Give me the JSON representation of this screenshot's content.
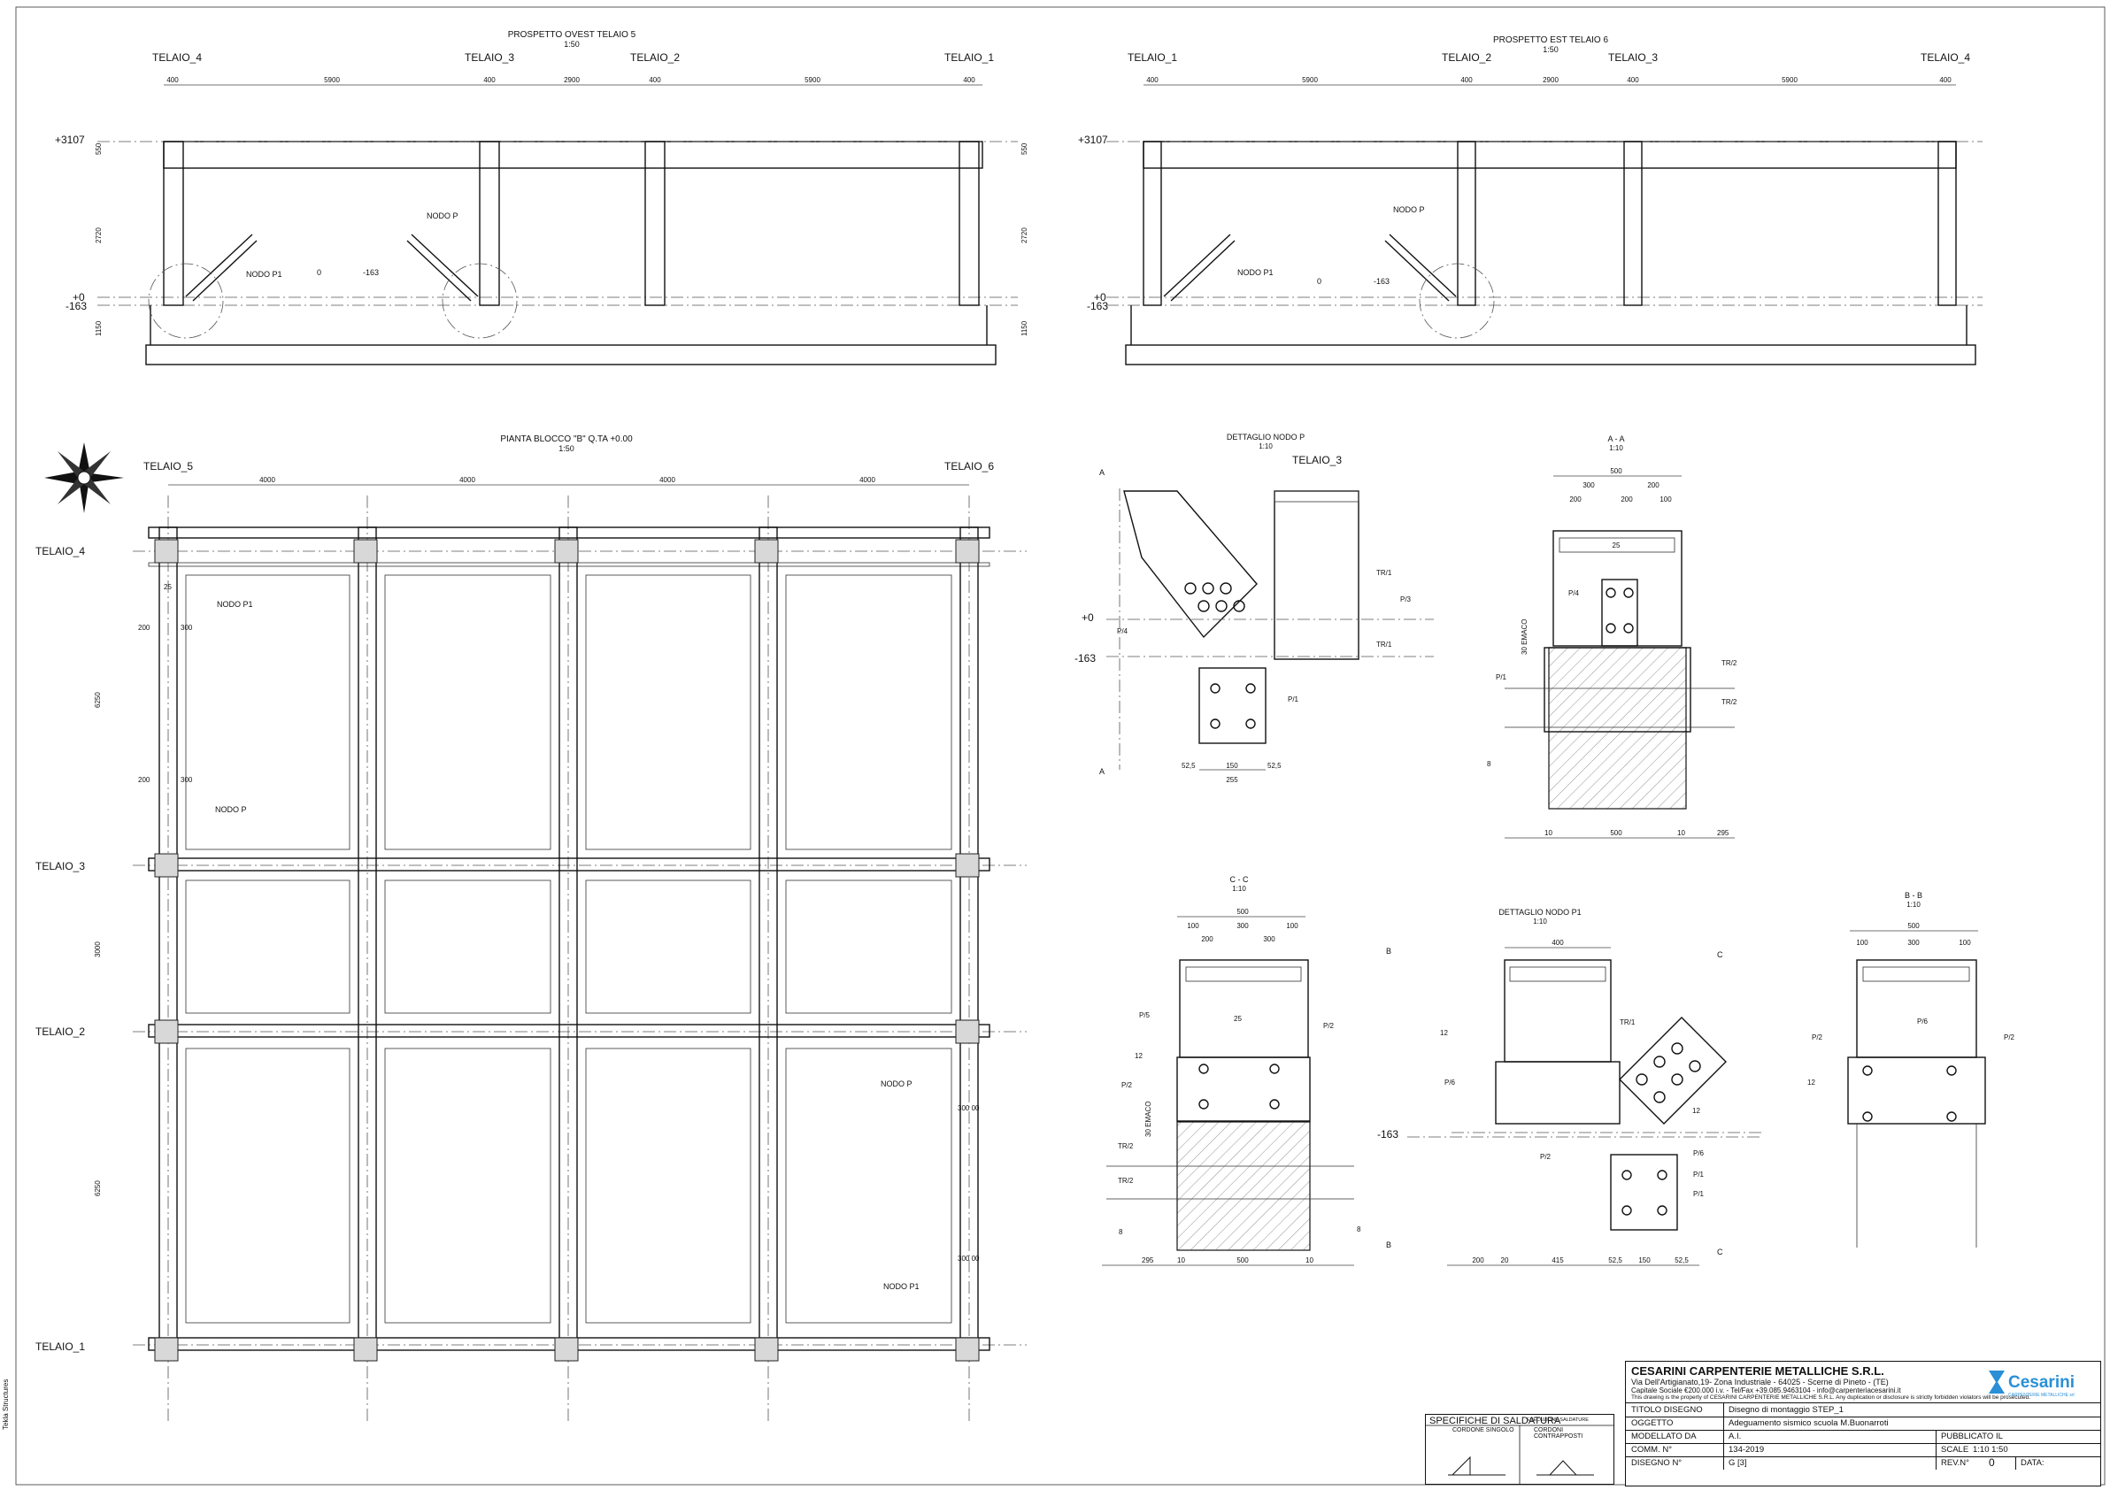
{
  "views": {
    "west": {
      "title": "PROSPETTO OVEST TELAIO 5",
      "scale": "1:50",
      "frames": [
        "TELAIO_4",
        "TELAIO_3",
        "TELAIO_2",
        "TELAIO_1"
      ],
      "dims": [
        "400",
        "5900",
        "400",
        "2900",
        "400",
        "5900",
        "400"
      ],
      "levels": [
        "+3107",
        "+0",
        "-163"
      ],
      "vdims": [
        "550",
        "2720",
        "1150"
      ],
      "nodes": [
        "NODO P1",
        "NODO P"
      ],
      "marks": [
        "0",
        "-163"
      ]
    },
    "east": {
      "title": "PROSPETTO EST TELAIO 6",
      "scale": "1:50",
      "frames": [
        "TELAIO_1",
        "TELAIO_2",
        "TELAIO_3",
        "TELAIO_4"
      ],
      "dims": [
        "400",
        "5900",
        "400",
        "2900",
        "400",
        "5900",
        "400"
      ],
      "levels": [
        "+3107",
        "+0",
        "-163"
      ],
      "nodes": [
        "NODO P1",
        "NODO P"
      ],
      "marks": [
        "0",
        "-163"
      ]
    },
    "plan": {
      "title": "PIANTA BLOCCO \"B\" Q.TA +0.00",
      "scale": "1:50",
      "cols": [
        "TELAIO_5",
        "TELAIO_6"
      ],
      "rows": [
        "TELAIO_4",
        "TELAIO_3",
        "TELAIO_2",
        "TELAIO_1"
      ],
      "xdims": [
        "4000",
        "4000",
        "4000",
        "4000"
      ],
      "ydims": [
        "6250",
        "3000",
        "6250"
      ],
      "nodes": [
        "NODO P1",
        "NODO P",
        "NODO P",
        "NODO P1"
      ],
      "small": [
        "25",
        "200",
        "300",
        "200",
        "300",
        "300 00",
        "300 00"
      ]
    },
    "det_p": {
      "title": "DETTAGLIO NODO P",
      "scale": "1:10",
      "frame": "TELAIO_3",
      "section": "A",
      "levels": [
        "+0",
        "-163"
      ],
      "labels": [
        "TR/1",
        "P/3",
        "TR/1",
        "P/4",
        "P/1"
      ],
      "dims": [
        "52,5",
        "150",
        "52,5",
        "255"
      ]
    },
    "sec_aa": {
      "title": "A - A",
      "scale": "1:10",
      "dims": [
        "500",
        "300",
        "200",
        "200",
        "200",
        "100",
        "25",
        "10",
        "500",
        "10",
        "295"
      ],
      "labels": [
        "P/4",
        "TR/2",
        "TR/2",
        "P/1",
        "30 EMACO",
        "8"
      ]
    },
    "sec_cc": {
      "title": "C - C",
      "scale": "1:10",
      "dims": [
        "500",
        "100",
        "300",
        "100",
        "200",
        "300",
        "295",
        "10",
        "500",
        "10"
      ],
      "labels": [
        "P/5",
        "P/2",
        "P/2",
        "TR/2",
        "TR/2",
        "30 EMACO",
        "12",
        "8",
        "8",
        "25"
      ]
    },
    "det_p1": {
      "title": "DETTAGLIO NODO P1",
      "scale": "1:10",
      "top": "400",
      "labels": [
        "TR/1",
        "P/6",
        "P/2",
        "P/6",
        "P/1",
        "P/1",
        "12",
        "12"
      ],
      "levels": [
        "-163"
      ],
      "dims": [
        "200",
        "20",
        "415",
        "52,5",
        "150",
        "52,5"
      ]
    },
    "sec_bb": {
      "title": "B - B",
      "scale": "1:10",
      "dims": [
        "500",
        "100",
        "300",
        "100"
      ],
      "labels": [
        "P/2",
        "P/6",
        "P/2",
        "12"
      ]
    }
  },
  "weld": {
    "title": "SPECIFICHE DI SALDATURA",
    "subtitle": "ESECUZIONE SALDATURE",
    "single": "CORDONE SINGOLO",
    "double": "CORDONI CONTRAPPOSTI"
  },
  "titleblock": {
    "company": "CESARINI CARPENTERIE METALLICHE S.R.L.",
    "address": "Via Dell'Artigianato,19- Zona Industriale - 64025 - Scerne di Pineto - (TE)",
    "capital": "Capitale Sociale €200.000 i.v. - Tel/Fax +39.085.9463104 - info@carpenteriacesarini.it",
    "notice": "This drawing is the property of CESARINI CARPENTERIE METALLICHE S.R.L. Any duplication or disclosure is strictly forbidden violators will be prosecuted.",
    "logo": "Cesarini",
    "logo_sub": "CARPENTERIE METALLICHE srl",
    "rows": {
      "title_label": "TITOLO DISEGNO",
      "title_value": "Disegno di montaggio STEP_1",
      "subject_label": "OGGETTO",
      "subject_value": "Adeguamento sismico scuola M.Buonarroti",
      "modeled_label": "MODELLATO DA",
      "modeled_value": "A.I.",
      "published": "PUBBLICATO IL",
      "comm_label": "COMM. N°",
      "comm_value": "134-2019",
      "scale_label": "SCALE",
      "scale_value": "1:10   1:50",
      "draw_label": "DISEGNO N°",
      "draw_value": "G   [3]",
      "rev_label": "REV.N°",
      "rev_value": "0",
      "date_label": "DATA:"
    }
  },
  "margin": "Tekla Structures"
}
